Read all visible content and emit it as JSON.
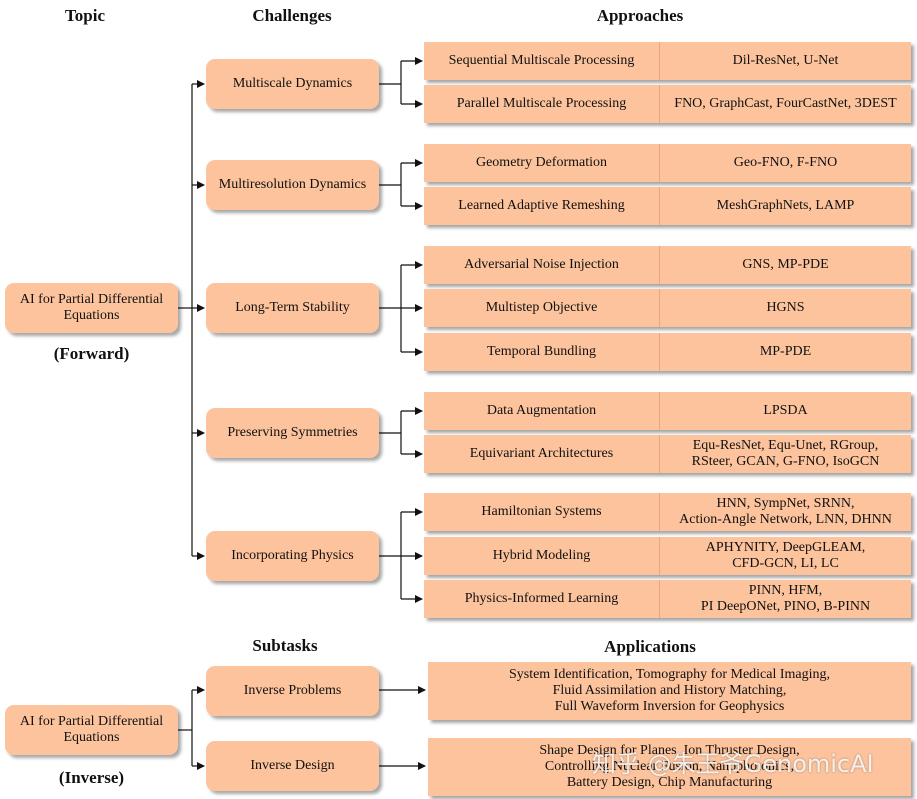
{
  "headers": {
    "topic": "Topic",
    "challenges": "Challenges",
    "approaches": "Approaches",
    "subtasks": "Subtasks",
    "applications": "Applications"
  },
  "forward": {
    "topic": "AI for Partial Differential Equations",
    "label": "(Forward)",
    "challenges": [
      {
        "name": "Multiscale Dynamics",
        "approaches": [
          {
            "name": "Sequential Multiscale Processing",
            "methods": "Dil-ResNet, U-Net"
          },
          {
            "name": "Parallel Multiscale Processing",
            "methods": "FNO, GraphCast, FourCastNet, 3DEST"
          }
        ]
      },
      {
        "name": "Multiresolution Dynamics",
        "approaches": [
          {
            "name": "Geometry Deformation",
            "methods": "Geo-FNO, F-FNO"
          },
          {
            "name": "Learned Adaptive Remeshing",
            "methods": "MeshGraphNets, LAMP"
          }
        ]
      },
      {
        "name": "Long-Term Stability",
        "approaches": [
          {
            "name": "Adversarial Noise Injection",
            "methods": "GNS, MP-PDE"
          },
          {
            "name": "Multistep Objective",
            "methods": "HGNS"
          },
          {
            "name": "Temporal Bundling",
            "methods": "MP-PDE"
          }
        ]
      },
      {
        "name": "Preserving Symmetries",
        "approaches": [
          {
            "name": "Data Augmentation",
            "methods": "LPSDA"
          },
          {
            "name": "Equivariant Architectures",
            "methods": "Equ-ResNet, Equ-Unet, RGroup,\nRSteer, GCAN, G-FNO, IsoGCN"
          }
        ]
      },
      {
        "name": "Incorporating Physics",
        "approaches": [
          {
            "name": "Hamiltonian Systems",
            "methods": "HNN, SympNet, SRNN,\nAction-Angle Network, LNN, DHNN"
          },
          {
            "name": "Hybrid Modeling",
            "methods": "APHYNITY, DeepGLEAM,\nCFD-GCN, LI, LC"
          },
          {
            "name": "Physics-Informed Learning",
            "methods": "PINN, HFM,\nPI DeepONet, PINO, B-PINN"
          }
        ]
      }
    ]
  },
  "inverse": {
    "topic": "AI for Partial Differential Equations",
    "label": "(Inverse)",
    "subtasks": [
      {
        "name": "Inverse Problems",
        "applications": "System Identification, Tomography for Medical Imaging,\nFluid Assimilation and History Matching,\nFull Waveform Inversion for Geophysics"
      },
      {
        "name": "Inverse Design",
        "applications": "Shape Design for Planes, Ion Thruster Design,\nControlling Nuclear Fusion, Nanophotonics,\nBattery Design, Chip Manufacturing"
      }
    ]
  },
  "watermark": "知乎 @朱王爷GenomicAI"
}
